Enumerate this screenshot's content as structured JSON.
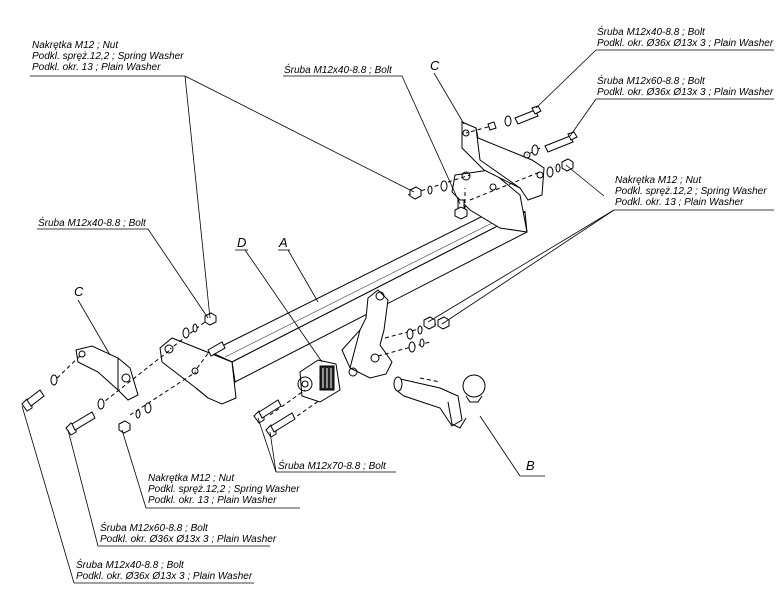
{
  "letters": {
    "a": "A",
    "b": "B",
    "c_top": "C",
    "c_left": "C",
    "d": "D"
  },
  "labels": {
    "nut_top_left": [
      "Nakrętka  M12 ; Nut",
      "Podkl. spręż.12,2 ; Spring Washer",
      "Podkl. okr. 13 ; Plain Washer"
    ],
    "bolt_top_mid": [
      "Śruba M12x40-8.8 ;  Bolt"
    ],
    "bolt_top_right1": [
      "Śruba M12x40-8.8 ;  Bolt",
      "Podkl. okr.  Ø36x Ø13x 3 ; Plain Washer"
    ],
    "bolt_top_right2": [
      "Śruba M12x60-8.8 ;  Bolt",
      "Podkl. okr.  Ø36x Ø13x 3 ; Plain Washer"
    ],
    "nut_right": [
      "Nakrętka  M12 ; Nut",
      "Podkl. spręż.12,2 ; Spring Washer",
      "Podkl. okr. 13 ; Plain Washer"
    ],
    "bolt_left": [
      "Śruba M12x40-8.8 ;  Bolt"
    ],
    "bolt_m70": [
      "Śruba M12x70-8.8 ;  Bolt"
    ],
    "nut_bottom": [
      "Nakrętka  M12 ; Nut",
      "Podkl. spręż.12,2 ; Spring Washer",
      "Podkl. okr. 13 ; Plain Washer"
    ],
    "bolt_bottom60": [
      "Śruba M12x60-8.8 ;  Bolt",
      "Podkl. okr.  Ø36x Ø13x 3 ; Plain Washer"
    ],
    "bolt_bottom40": [
      "Śruba M12x40-8.8 ;  Bolt",
      "Podkl. okr.  Ø36x Ø13x 3 ; Plain Washer"
    ]
  }
}
